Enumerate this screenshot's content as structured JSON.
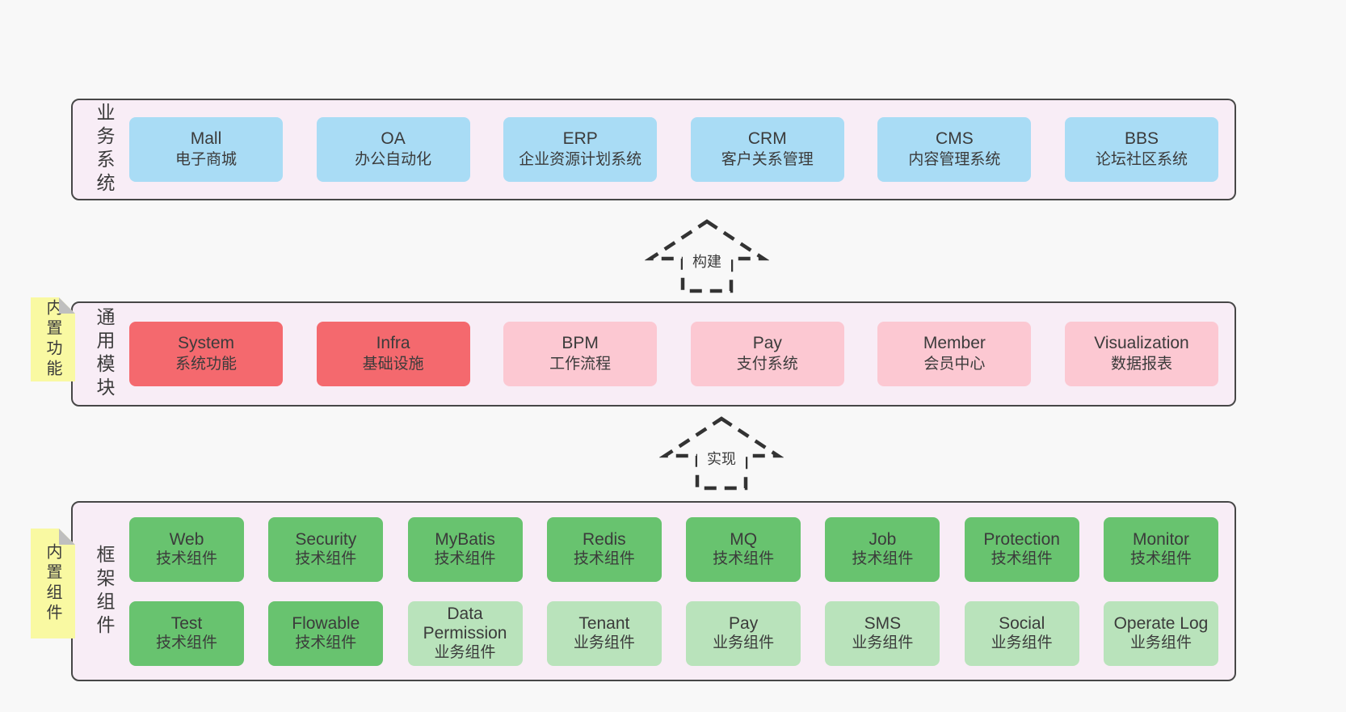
{
  "palette": {
    "page_bg": "#f8f8f8",
    "panel_bg": "#f8edf6",
    "panel_border": "#474747",
    "blue": "#a9dcf5",
    "red": "#f4696e",
    "pink": "#fcc8d2",
    "green": "#68c36f",
    "light_green": "#b9e3bb",
    "note_yellow": "#f9f9a2",
    "note_fold": "#bfbfbf",
    "text": "#3b3b3b",
    "arrow": "#333333"
  },
  "sections": {
    "business": {
      "label": "业务系统",
      "items": [
        {
          "name": "Mall",
          "desc": "电子商城"
        },
        {
          "name": "OA",
          "desc": "办公自动化"
        },
        {
          "name": "ERP",
          "desc": "企业资源计划系统"
        },
        {
          "name": "CRM",
          "desc": "客户关系管理"
        },
        {
          "name": "CMS",
          "desc": "内容管理系统"
        },
        {
          "name": "BBS",
          "desc": "论坛社区系统"
        }
      ]
    },
    "modules": {
      "label": "通用模块",
      "note": "内置功能",
      "items": [
        {
          "name": "System",
          "desc": "系统功能"
        },
        {
          "name": "Infra",
          "desc": "基础设施"
        },
        {
          "name": "BPM",
          "desc": "工作流程"
        },
        {
          "name": "Pay",
          "desc": "支付系统"
        },
        {
          "name": "Member",
          "desc": "会员中心"
        },
        {
          "name": "Visualization",
          "desc": "数据报表"
        }
      ]
    },
    "components": {
      "label": "框架组件",
      "note": "内置组件",
      "rows": [
        [
          {
            "name": "Web",
            "desc": "技术组件"
          },
          {
            "name": "Security",
            "desc": "技术组件"
          },
          {
            "name": "MyBatis",
            "desc": "技术组件"
          },
          {
            "name": "Redis",
            "desc": "技术组件"
          },
          {
            "name": "MQ",
            "desc": "技术组件"
          },
          {
            "name": "Job",
            "desc": "技术组件"
          },
          {
            "name": "Protection",
            "desc": "技术组件"
          },
          {
            "name": "Monitor",
            "desc": "技术组件"
          }
        ],
        [
          {
            "name": "Test",
            "desc": "技术组件"
          },
          {
            "name": "Flowable",
            "desc": "技术组件"
          },
          {
            "name": "Data Permission",
            "desc": "业务组件"
          },
          {
            "name": "Tenant",
            "desc": "业务组件"
          },
          {
            "name": "Pay",
            "desc": "业务组件"
          },
          {
            "name": "SMS",
            "desc": "业务组件"
          },
          {
            "name": "Social",
            "desc": "业务组件"
          },
          {
            "name": "Operate Log",
            "desc": "业务组件"
          }
        ]
      ]
    }
  },
  "arrows": [
    {
      "label": "构建"
    },
    {
      "label": "实现"
    }
  ]
}
